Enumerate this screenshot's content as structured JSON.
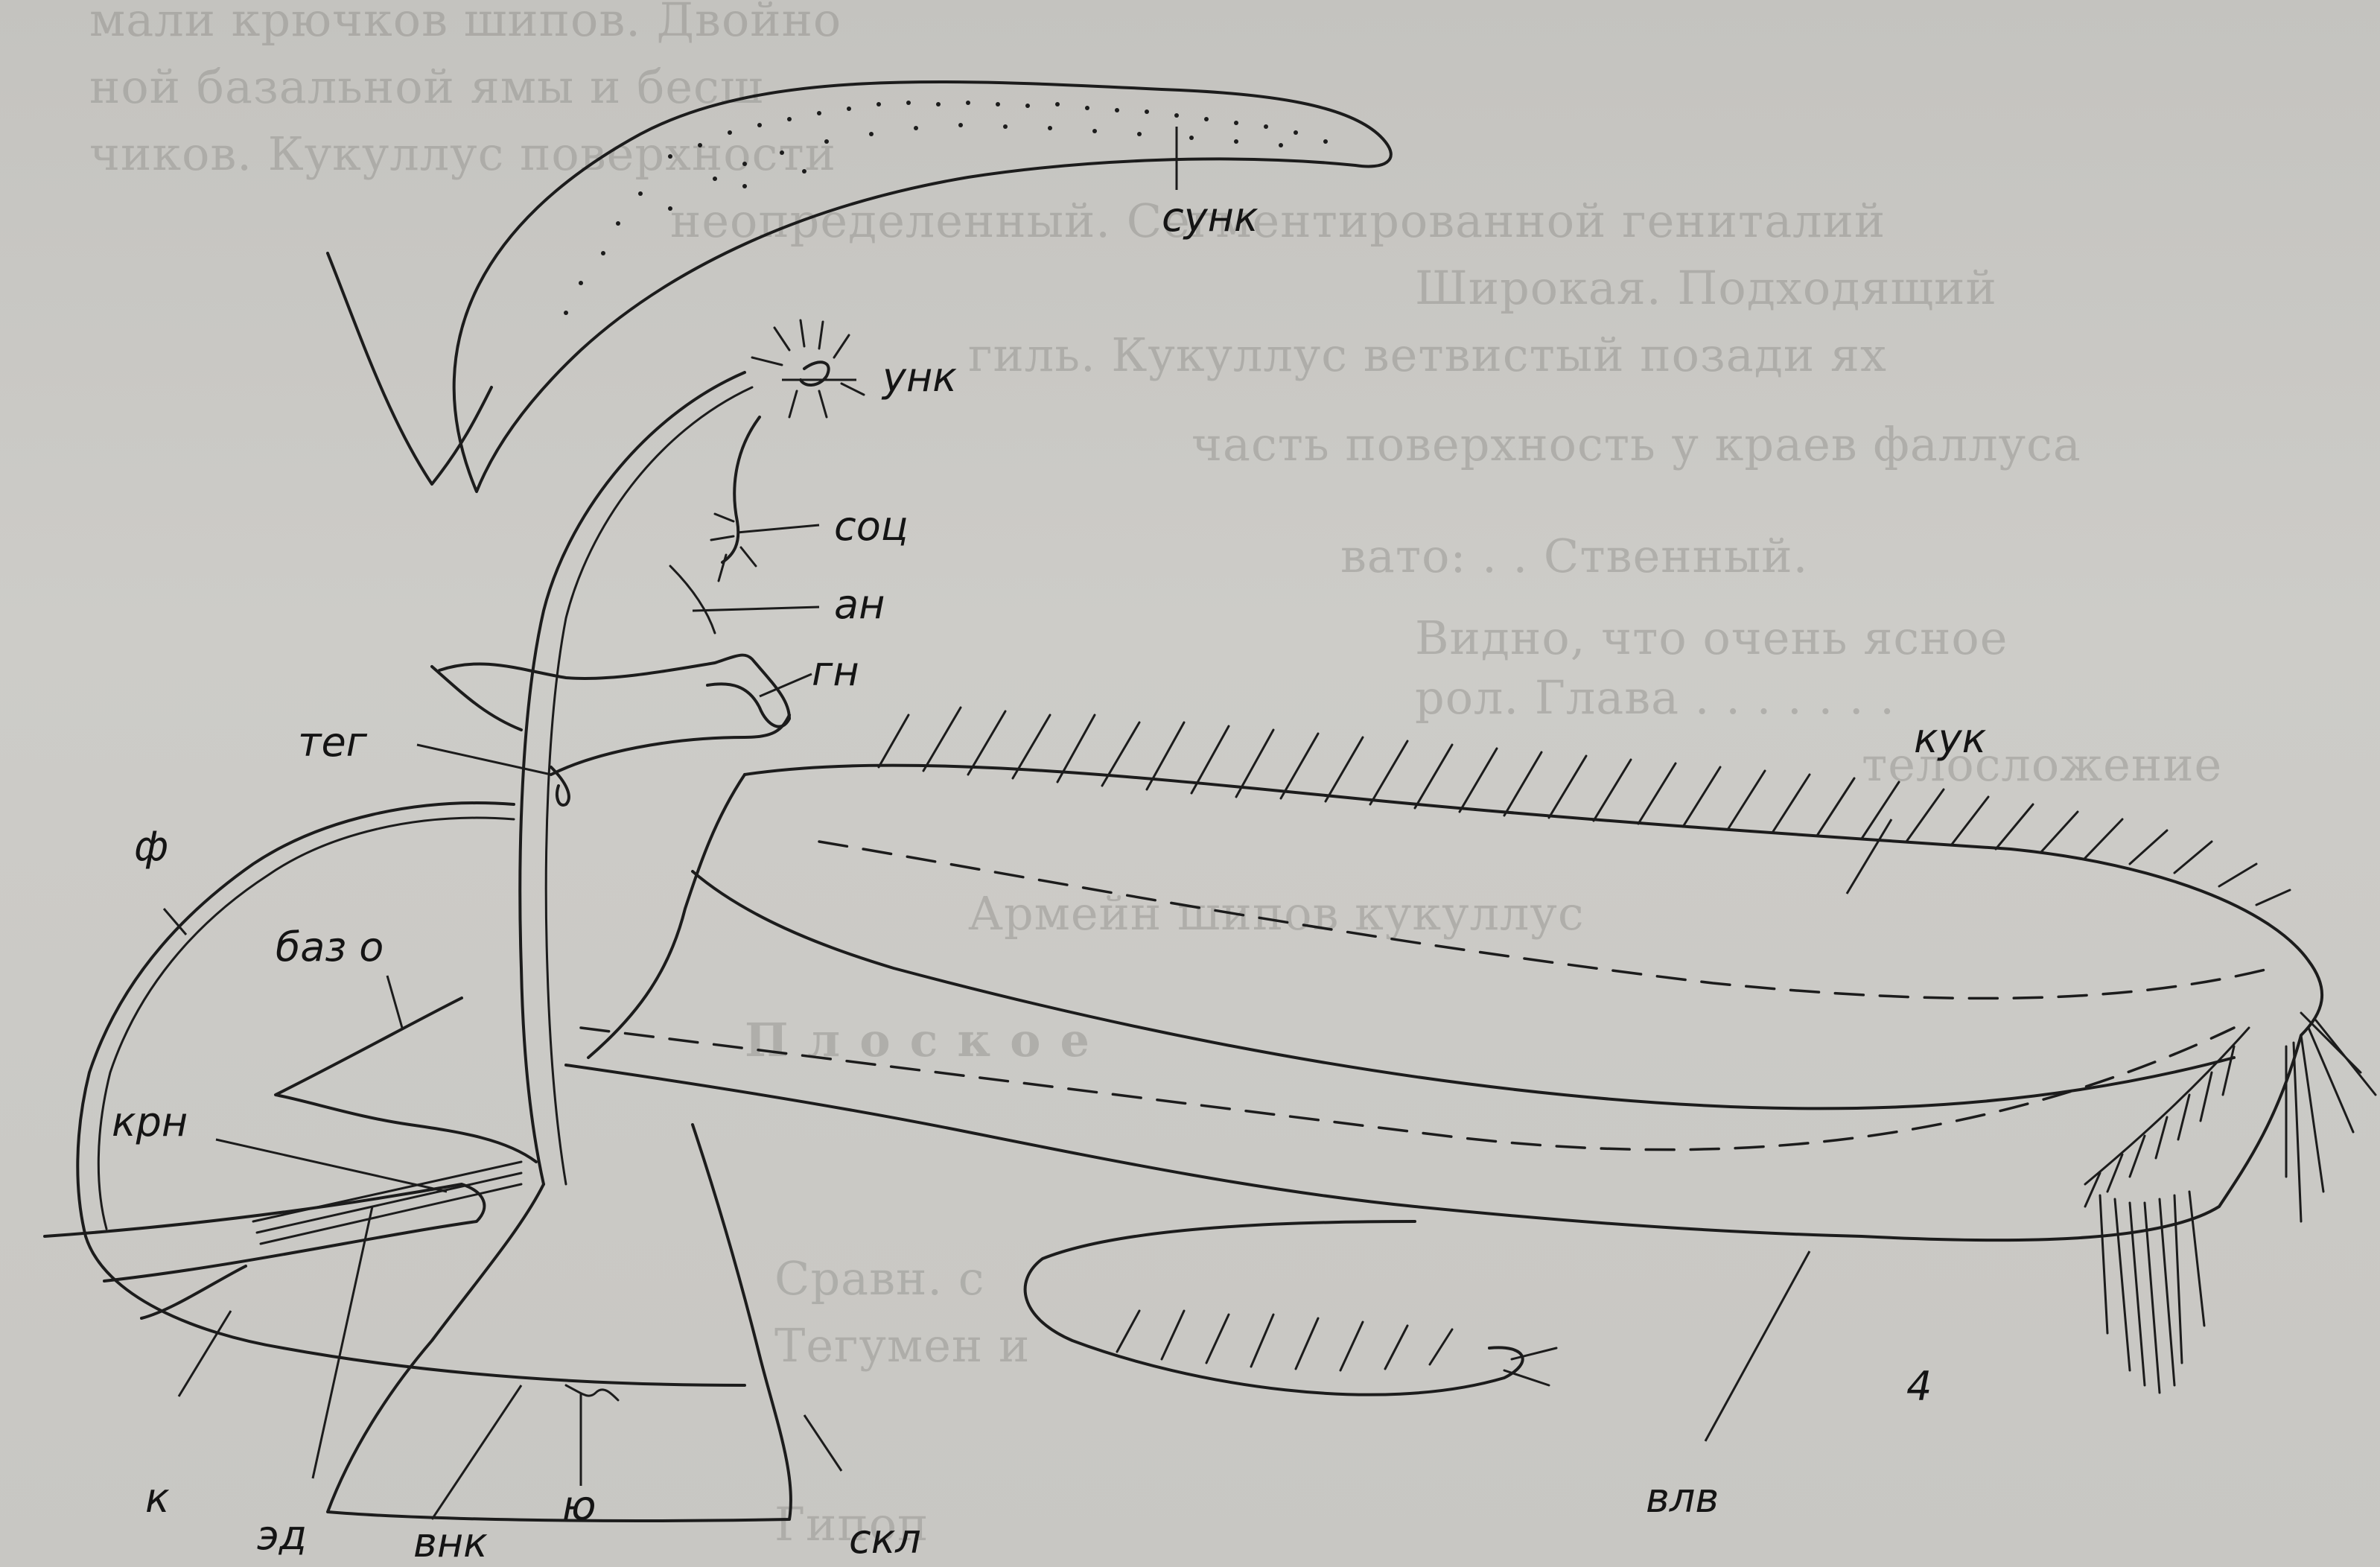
{
  "figure": {
    "number": "4",
    "labels": {
      "sunk": "сунк",
      "unk": "унк",
      "sots": "соц",
      "an": "ан",
      "gn": "гн",
      "teg": "тег",
      "kuk": "кук",
      "f": "ф",
      "baz_o": "баз о",
      "krn": "крн",
      "k": "к",
      "ed": "эд",
      "vnk": "внк",
      "yu": "ю",
      "skl": "скл",
      "vlv": "влв"
    }
  },
  "background_text": {
    "lines": [
      "мали крючков шипов. Двойно",
      "ной базальной ямы и бесш",
      "чиков. Кукуллус поверхности",
      "неопределенный. Сегментированной гениталий",
      "Широкая. Подходящий",
      "гиль. Кукуллус ветвистый позади ях",
      "часть поверхность у краев фаллуса",
      "вато: . . Ственный.",
      "Видно, что очень ясное",
      "рол. Глава . . . . . . .",
      "телосложение",
      "Армейн шипов кукуллус",
      "Плоское",
      "Сравн. с",
      "Тегумен и",
      "Гипоп"
    ]
  }
}
